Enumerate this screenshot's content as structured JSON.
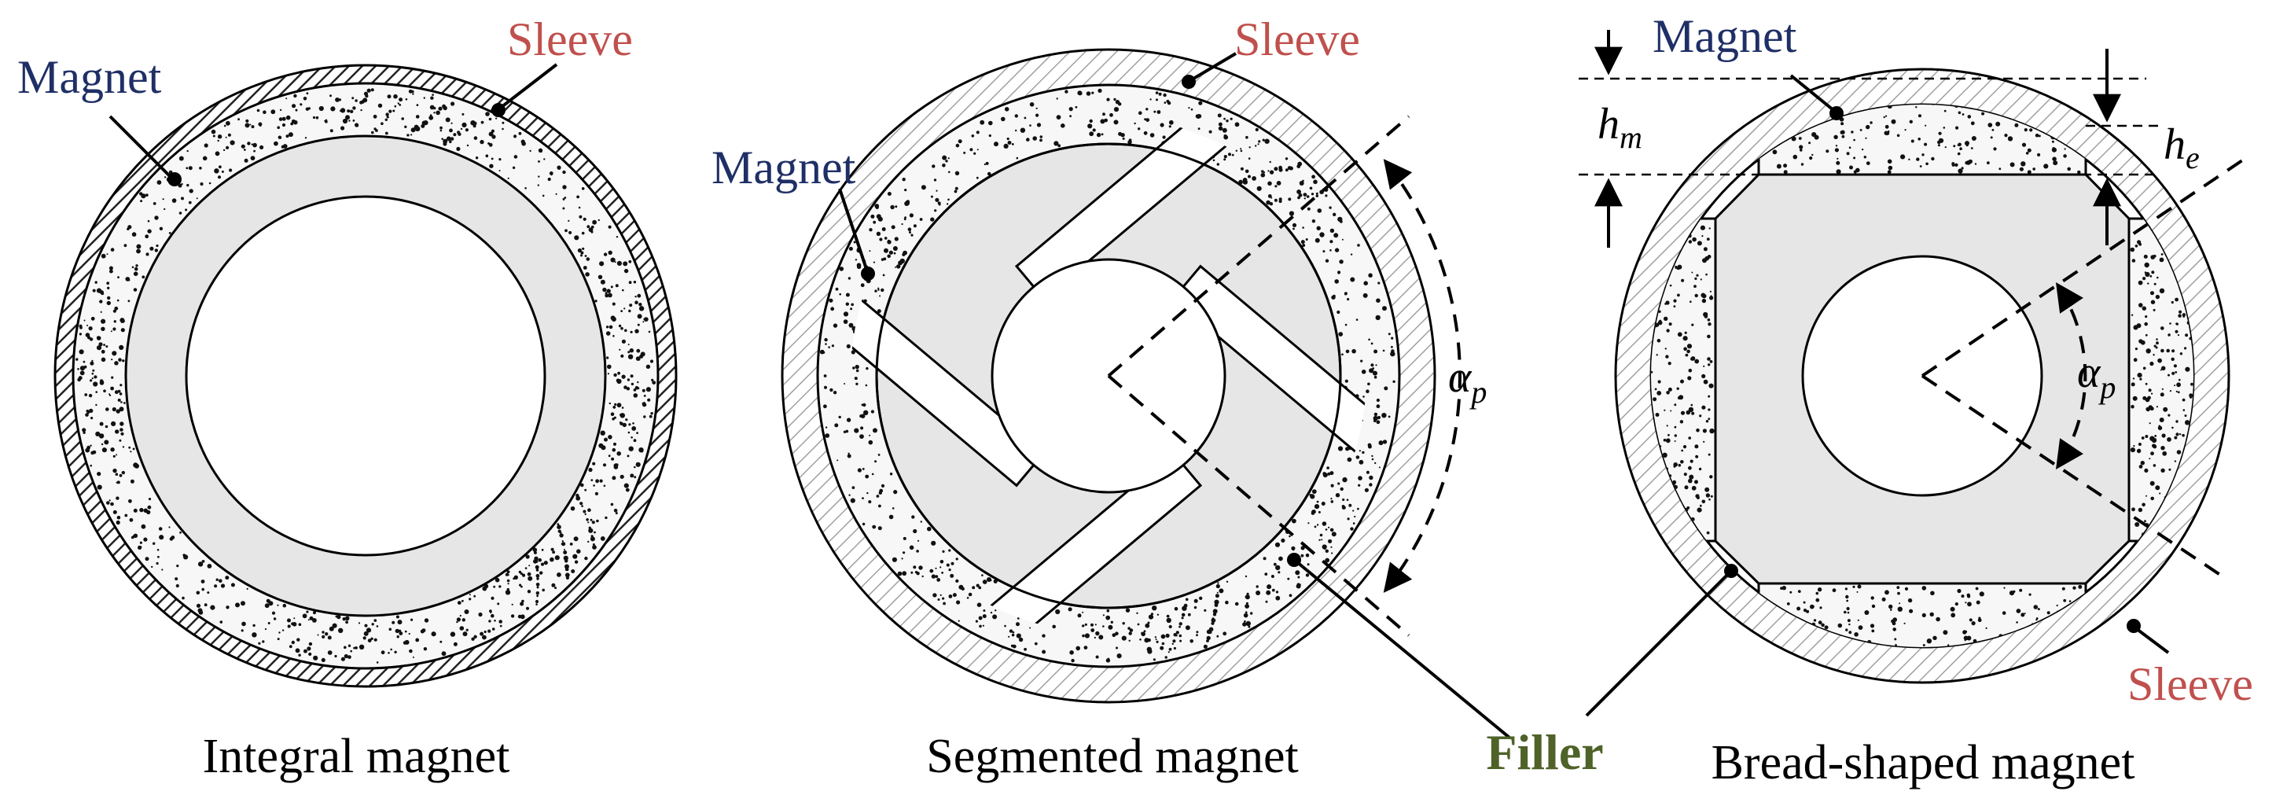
{
  "diagrams": [
    {
      "caption": "Integral magnet",
      "labels": {
        "magnet": "Magnet",
        "sleeve": "Sleeve"
      }
    },
    {
      "caption": "Segmented magnet",
      "labels": {
        "magnet": "Magnet",
        "sleeve": "Sleeve",
        "pole_arc": "α",
        "pole_arc_sub": "p"
      }
    },
    {
      "caption": "Bread-shaped magnet",
      "labels": {
        "magnet": "Magnet",
        "sleeve": "Sleeve",
        "magnet_height": "h",
        "magnet_height_sub": "m",
        "edge_height": "h",
        "edge_height_sub": "e",
        "pole_arc": "α",
        "pole_arc_sub": "p"
      }
    }
  ],
  "shared_label": {
    "filler": "Filler"
  },
  "colors": {
    "magnet_label": "#1f2f66",
    "sleeve_label": "#c0504d",
    "filler_label": "#4f6228",
    "core_fill": "#e6e6e6",
    "magnet_fill": "#f7f7f7",
    "sleeve_hatch": "#9a9a9a",
    "sleeve_hatch_dense": "#222222"
  }
}
